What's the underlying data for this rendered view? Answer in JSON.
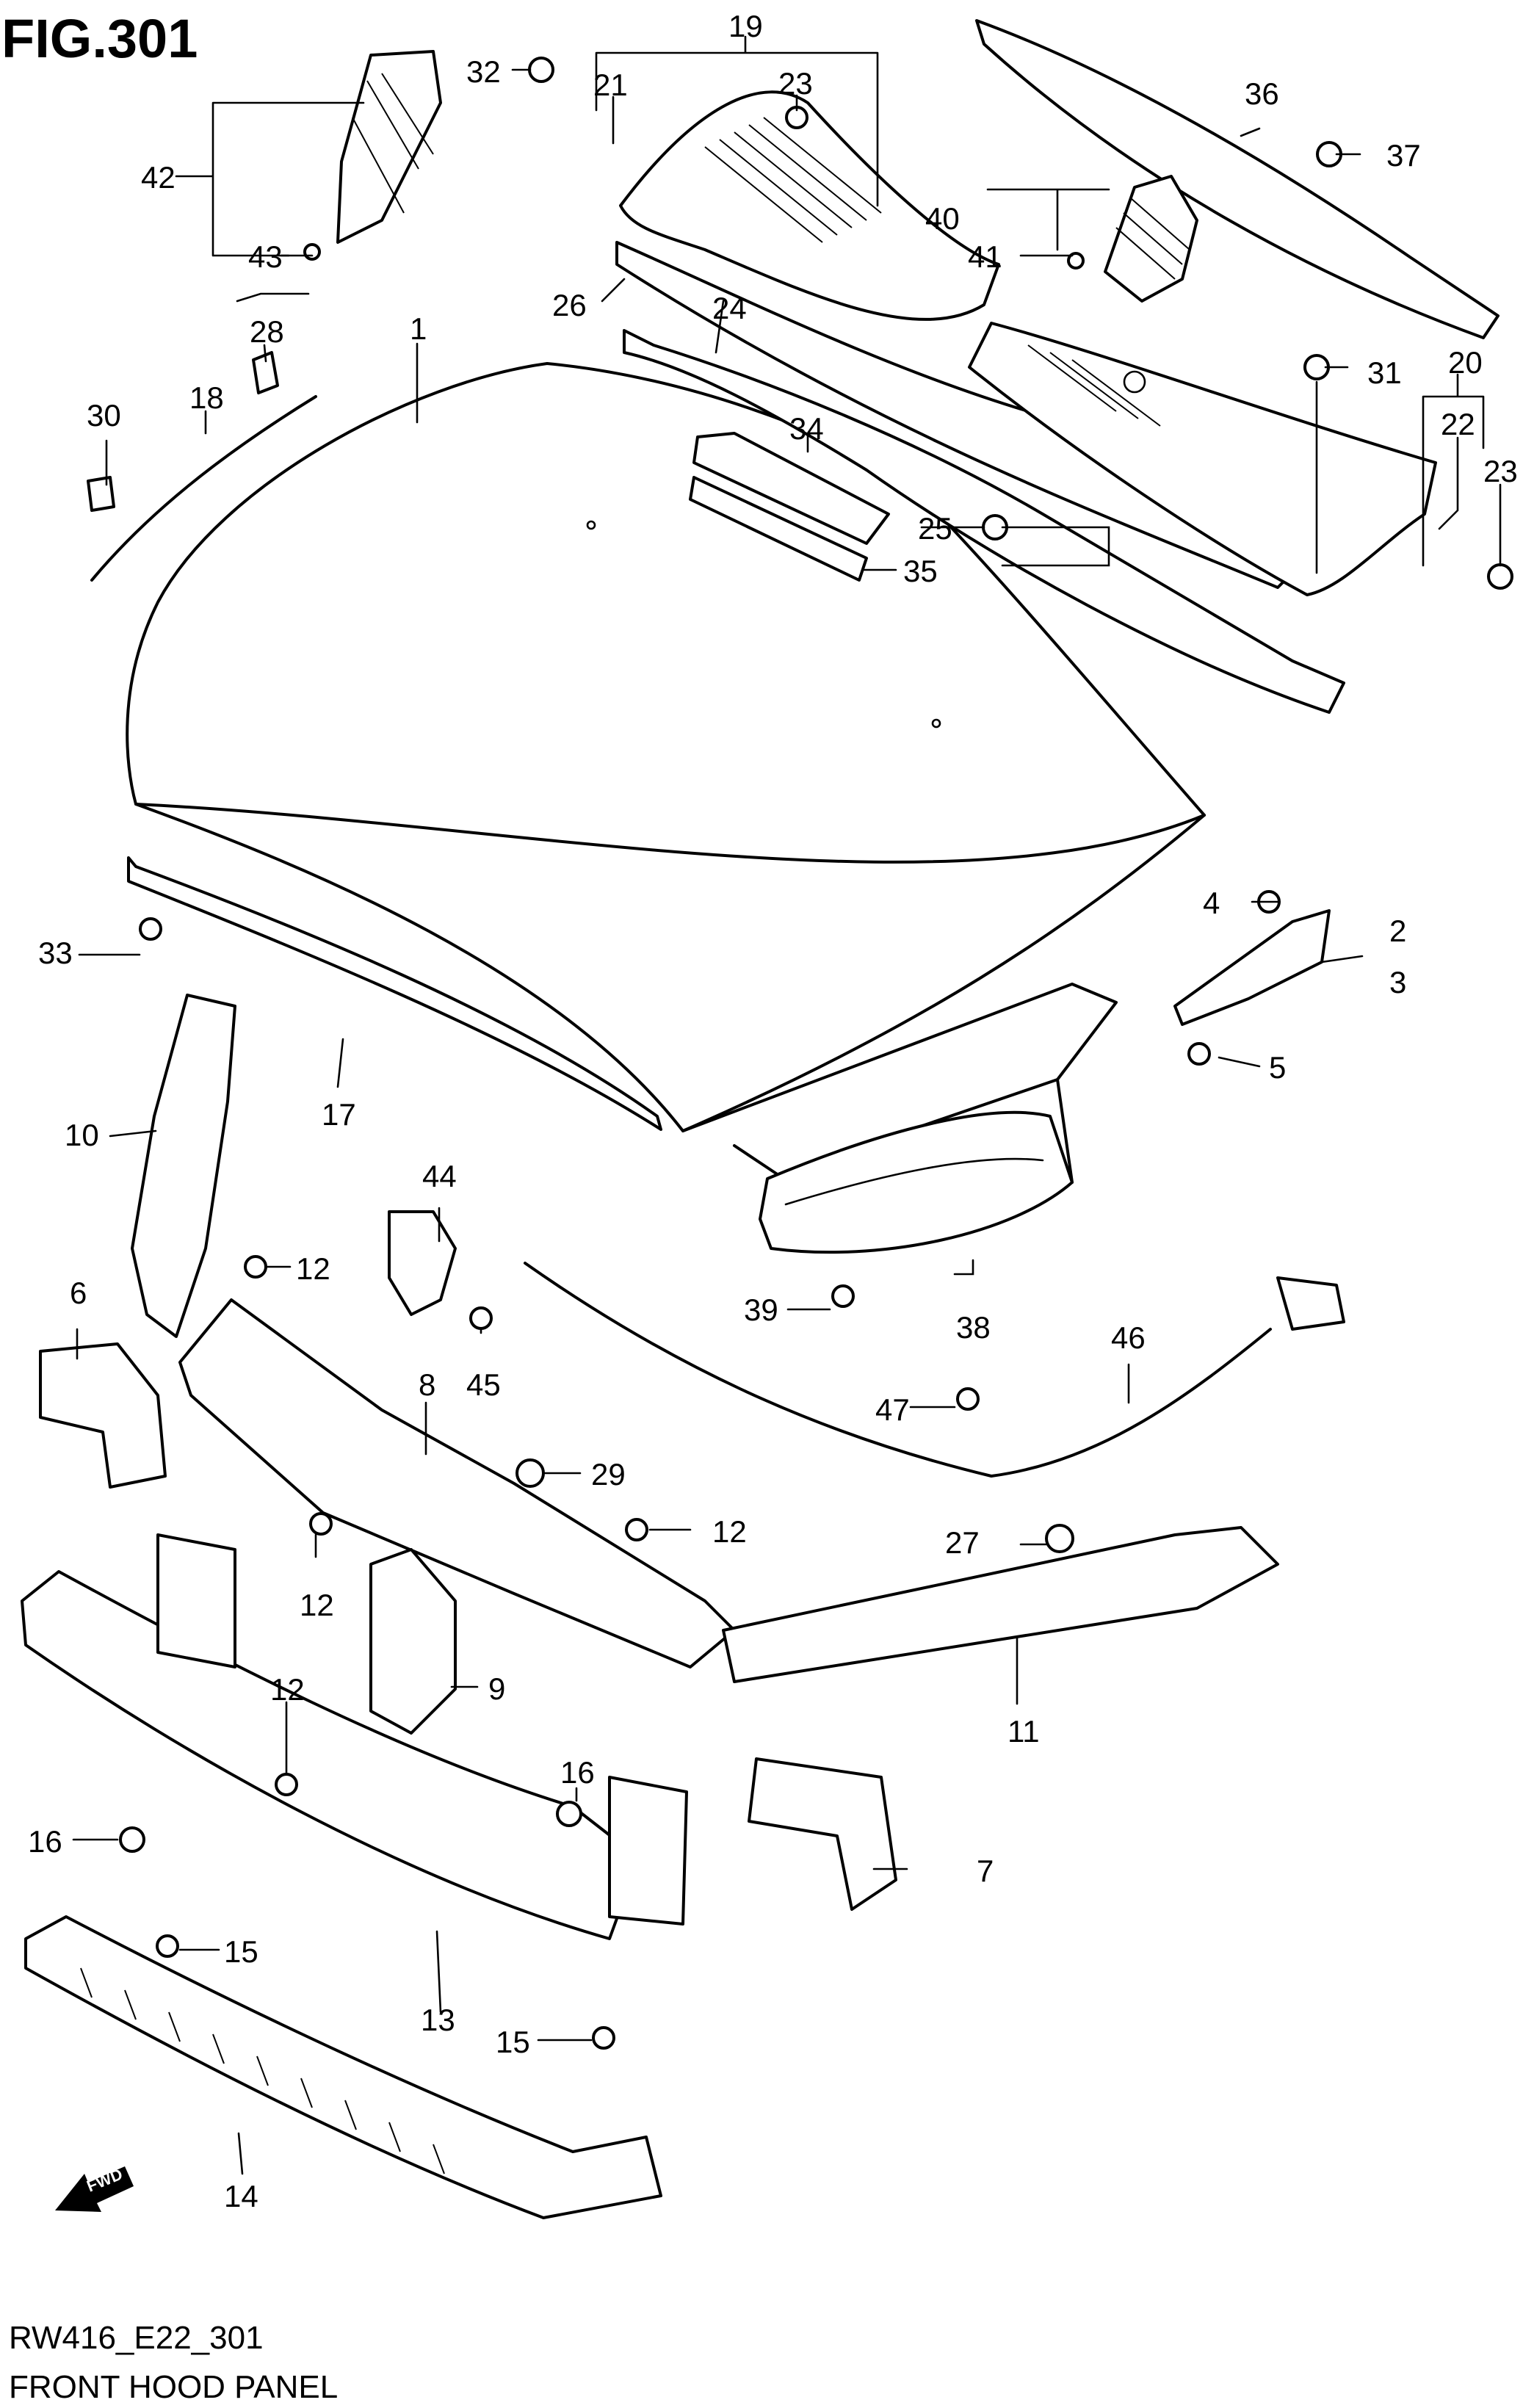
{
  "figure_title": "FIG.301",
  "diagram_code": "RW416_E22_301",
  "diagram_name": "FRONT HOOD PANEL",
  "fwd_marker": "FWD",
  "callouts": [
    "1",
    "2",
    "3",
    "4",
    "5",
    "6",
    "7",
    "8",
    "9",
    "10",
    "11",
    "12",
    "12",
    "12",
    "12",
    "13",
    "14",
    "15",
    "15",
    "16",
    "16",
    "17",
    "18",
    "19",
    "20",
    "21",
    "22",
    "23",
    "23",
    "24",
    "25",
    "26",
    "27",
    "28",
    "29",
    "30",
    "31",
    "32",
    "33",
    "34",
    "35",
    "36",
    "37",
    "38",
    "39",
    "40",
    "41",
    "42",
    "43",
    "44",
    "45",
    "46",
    "47"
  ]
}
